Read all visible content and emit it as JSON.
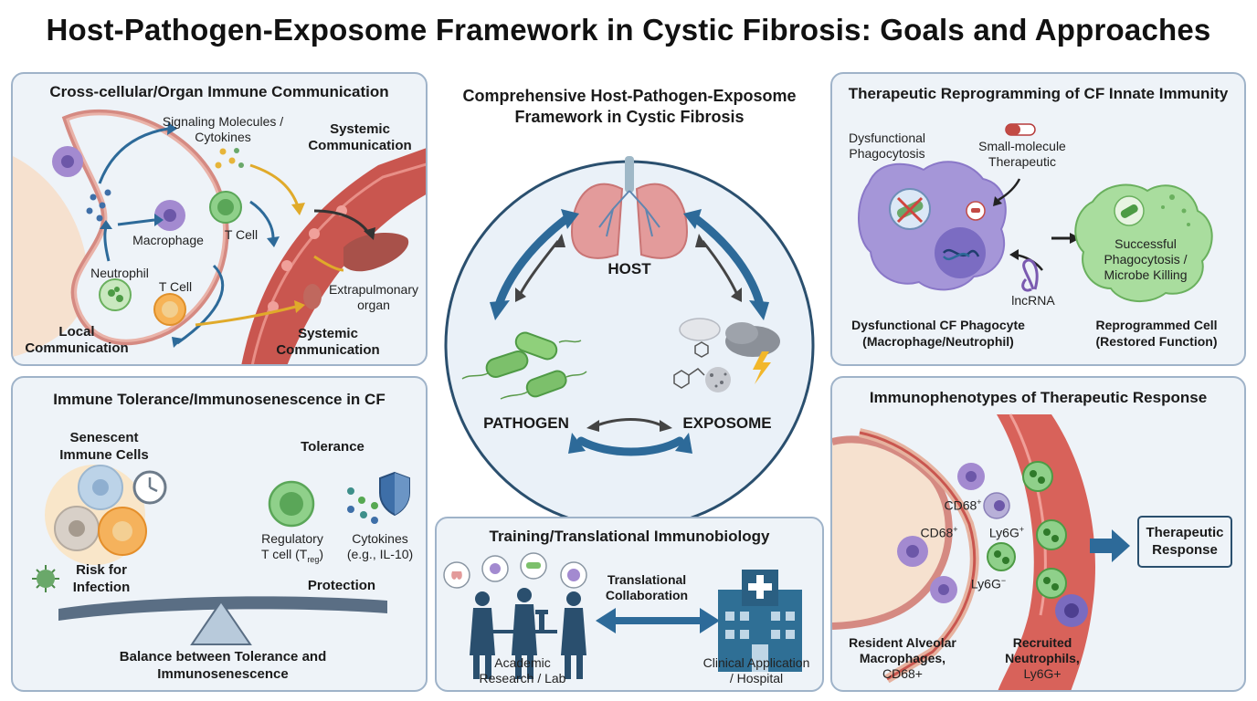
{
  "title": "Host-Pathogen-Exposome Framework in Cystic Fibrosis: Goals and Approaches",
  "panels": {
    "comm": {
      "title": "Cross-cellular/Organ Immune Communication",
      "signaling": "Signaling Molecules /",
      "cytokines": "Cytokines",
      "systemic1": "Systemic",
      "communication1": "Communication",
      "macrophage": "Macrophage",
      "tcell1": "T Cell",
      "neutrophil": "Neutrophil",
      "tcell2": "T Cell",
      "extra1": "Extrapulmonary",
      "extra2": "organ",
      "local1": "Local",
      "local2": "Communication",
      "systemic2": "Systemic",
      "communication2": "Communication"
    },
    "center": {
      "title1": "Comprehensive Host-Pathogen-Exposome",
      "title2": "Framework in Cystic Fibrosis",
      "host": "HOST",
      "pathogen": "PATHOGEN",
      "exposome": "EXPOSOME"
    },
    "therapy": {
      "title": "Therapeutic Reprogramming of CF Innate Immunity",
      "dys1": "Dysfunctional",
      "dys2": "Phagocytosis",
      "sm1": "Small-molecule",
      "sm2": "Therapeutic",
      "succ1": "Successful",
      "succ2": "Phagocytosis /",
      "succ3": "Microbe Killing",
      "lncrna": "lncRNA",
      "cap1a": "Dysfunctional CF Phagocyte",
      "cap1b": "(Macrophage/Neutrophil)",
      "cap2a": "Reprogrammed Cell",
      "cap2b": "(Restored Function)"
    },
    "tolerance": {
      "title": "Immune Tolerance/Immunosenescence in CF",
      "sen1": "Senescent",
      "sen2": "Immune Cells",
      "tol": "Tolerance",
      "reg1": "Regulatory",
      "reg2": "T cell (T",
      "reg_sub": "reg",
      "reg_close": ")",
      "cyt1": "Cytokines",
      "cyt2": "(e.g., IL-10)",
      "risk1": "Risk for",
      "risk2": "Infection",
      "prot": "Protection",
      "bal1": "Balance between Tolerance and",
      "bal2": "Immunosenescence"
    },
    "training": {
      "title": "Training/Translational Immunobiology",
      "tc1": "Translational",
      "tc2": "Collaboration",
      "ac1": "Academic",
      "ac2": "Research / Lab",
      "cl1": "Clinical Application",
      "cl2": "/ Hospital"
    },
    "immuno": {
      "title": "Immunophenotypes of Therapeutic Response",
      "cd68a": "CD68",
      "cd68b": "CD68",
      "ly6gp": "Ly6G",
      "ly6gm": "Ly6G",
      "plus": "+",
      "minus": "−",
      "tr1": "Therapeutic",
      "tr2": "Response",
      "res1": "Resident Alveolar",
      "res2": "Macrophages,",
      "res3": "CD68+",
      "rec1": "Recruited",
      "rec2": "Neutrophils,",
      "rec3": "Ly6G+"
    }
  },
  "colors": {
    "panel_bg": "#eef3f8",
    "panel_border": "#9fb3c9",
    "arrow_blue": "#2d6a99",
    "arrow_yellow": "#e0aa2a",
    "vessel_red": "#c9564f",
    "lung_pink": "#e39b9b",
    "bacteria_green": "#7cc06b",
    "macrophage_purple": "#9c86cc"
  }
}
